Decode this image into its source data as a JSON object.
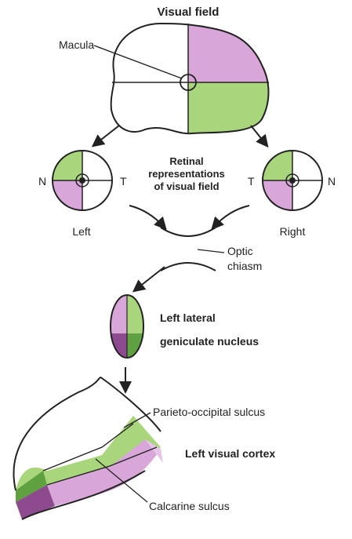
{
  "title": "Visual field",
  "labels": {
    "macula": "Macula",
    "retinal_line1": "Retinal",
    "retinal_line2": "representations",
    "retinal_line3": "of visual field",
    "n_left": "N",
    "t_left": "T",
    "t_right": "T",
    "n_right": "N",
    "left_eye": "Left",
    "right_eye": "Right",
    "optic_line1": "Optic",
    "optic_line2": "chiasm",
    "lgn_line1": "Left lateral",
    "lgn_line2": "geniculate nucleus",
    "parieto": "Parieto-occipital sulcus",
    "cortex": "Left visual cortex",
    "calcarine": "Calcarine sulcus"
  },
  "colors": {
    "purple": "#d9a6d9",
    "green": "#a9d67c",
    "dark_purple": "#8e4a8e",
    "dark_green": "#5fa040",
    "light_purple": "#e6c6e6",
    "outline": "#222222"
  }
}
